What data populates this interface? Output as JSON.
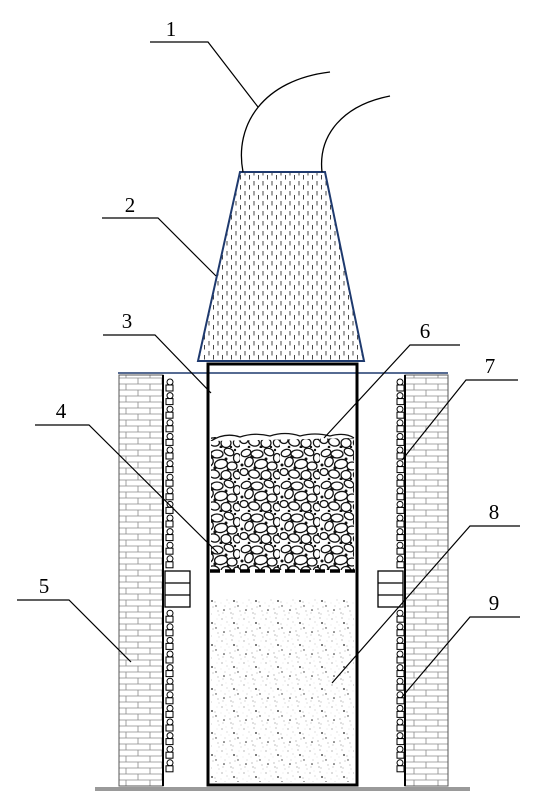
{
  "figure": {
    "callouts": [
      {
        "id": "1",
        "label": "1"
      },
      {
        "id": "2",
        "label": "2"
      },
      {
        "id": "3",
        "label": "3"
      },
      {
        "id": "4",
        "label": "4"
      },
      {
        "id": "5",
        "label": "5"
      },
      {
        "id": "6",
        "label": "6"
      },
      {
        "id": "7",
        "label": "7"
      },
      {
        "id": "8",
        "label": "8"
      },
      {
        "id": "9",
        "label": "9"
      }
    ],
    "colors": {
      "line": "#000000",
      "funnel_outline": "#1f3a6e",
      "ground": "#9a9a9a",
      "brick_mortar": "#8a8a8a"
    }
  }
}
